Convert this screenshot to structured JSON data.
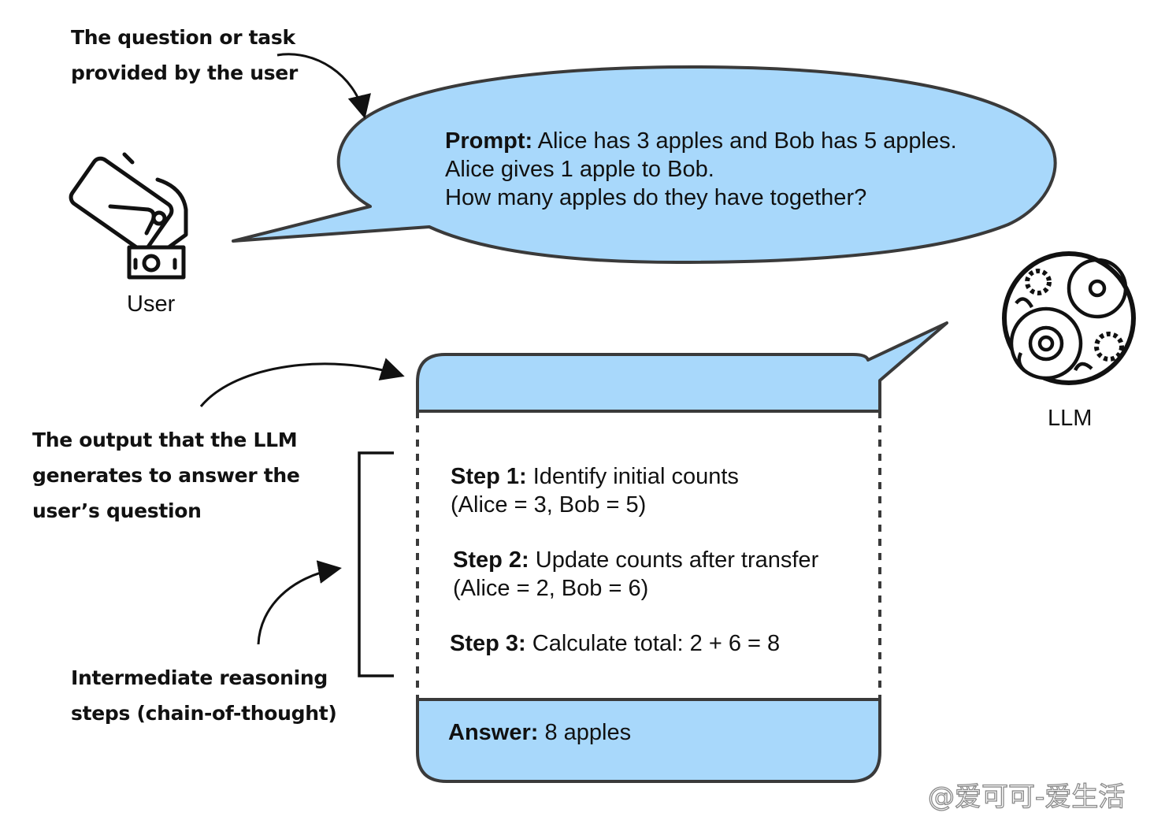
{
  "annotations": {
    "question": [
      "The question or task",
      "provided by the user"
    ],
    "output": [
      "The output that the LLM",
      "generates to answer the",
      "user’s question"
    ],
    "reasoning": [
      "Intermediate reasoning",
      "steps (chain-of-thought)"
    ]
  },
  "user": {
    "label": "User",
    "icon": "hand-holding-phone-icon"
  },
  "llm": {
    "label": "LLM",
    "icon": "brain-gears-icon"
  },
  "prompt": {
    "prefix": "Prompt:",
    "lines": [
      "Alice has 3 apples and Bob has 5 apples.",
      "Alice gives 1 apple to Bob.",
      "How many apples do they have together?"
    ]
  },
  "steps": [
    {
      "label": "Step 1:",
      "text": "Identify initial counts",
      "detail": "(Alice = 3, Bob = 5)"
    },
    {
      "label": "Step 2:",
      "text": "Update counts after transfer",
      "detail": "(Alice = 2, Bob = 6)"
    },
    {
      "label": "Step 3:",
      "text": "Calculate total: 2 + 6 = 8"
    }
  ],
  "answer": {
    "label": "Answer:",
    "text": "8 apples"
  },
  "watermark": "@爱可可-爱生活",
  "colors": {
    "bubble_fill": "#a8d8fb",
    "outline": "#3a3a3a",
    "ink": "#111111"
  }
}
